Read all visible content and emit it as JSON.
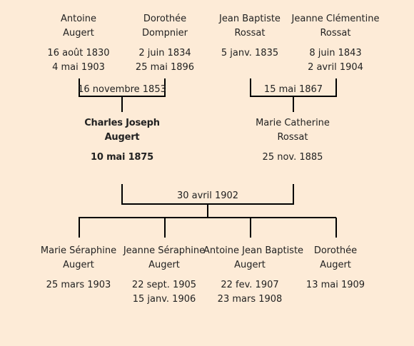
{
  "grandparents": {
    "paternal_father": {
      "first": "Antoine",
      "last": "Augert",
      "birth": "16 août 1830",
      "death": "4 mai 1903"
    },
    "paternal_mother": {
      "first": "Dorothée",
      "last": "Dompnier",
      "birth": "2 juin 1834",
      "death": "25 mai 1896"
    },
    "maternal_father": {
      "first": "Jean Baptiste",
      "last": "Rossat",
      "birth": "5 janv. 1835",
      "death": ""
    },
    "maternal_mother": {
      "first": "Jeanne Clémentine",
      "last": "Rossat",
      "birth": "8 juin 1843",
      "death": "2 avril 1904"
    }
  },
  "marriages": {
    "paternal": "16 novembre 1853",
    "maternal": "15 mai 1867",
    "parents": "30 avril 1902"
  },
  "parents": {
    "father": {
      "first": "Charles Joseph",
      "last": "Augert",
      "birth": "10 mai 1875"
    },
    "mother": {
      "first": "Marie Catherine",
      "last": "Rossat",
      "birth": "25 nov. 1885"
    }
  },
  "children": [
    {
      "first": "Marie Séraphine",
      "last": "Augert",
      "birth": "25 mars 1903",
      "death": ""
    },
    {
      "first": "Jeanne Séraphine",
      "last": "Augert",
      "birth": "22 sept. 1905",
      "death": "15 janv. 1906"
    },
    {
      "first": "Antoine Jean Baptiste",
      "last": "Augert",
      "birth": "22 fev. 1907",
      "death": "23 mars 1908"
    },
    {
      "first": "Dorothée",
      "last": "Augert",
      "birth": "13 mai 1909",
      "death": ""
    }
  ]
}
